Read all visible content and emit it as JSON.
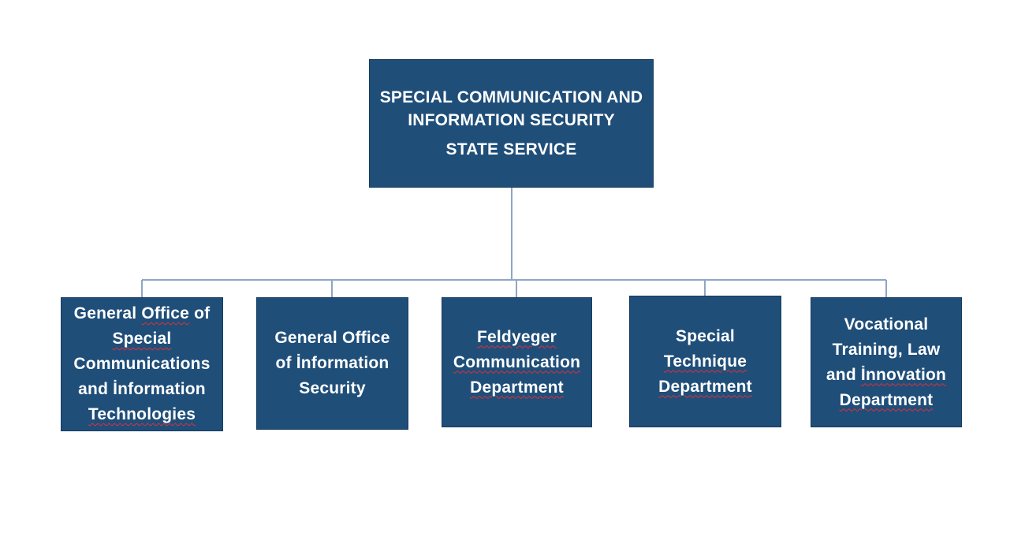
{
  "root": {
    "line1": "SPECIAL COMMUNICATION AND",
    "line2": "INFORMATION SECURITY",
    "line3": "STATE SERVICE"
  },
  "children": [
    {
      "lines": [
        "General Office of",
        "Special",
        "Communications",
        "and İnformation",
        "Technologies"
      ]
    },
    {
      "lines": [
        "General Office",
        "of İnformation",
        "Security"
      ]
    },
    {
      "lines": [
        "Feldyeger",
        "Communication",
        "Department"
      ]
    },
    {
      "lines": [
        "Special",
        "Technique",
        "Department"
      ]
    },
    {
      "lines": [
        "Vocational",
        "Training, Law",
        "and İnnovation",
        "Department"
      ]
    }
  ],
  "colors": {
    "box_fill": "#1f4e79",
    "connector": "#8fa6c4",
    "spellcheck_underline": "#e0303a"
  }
}
